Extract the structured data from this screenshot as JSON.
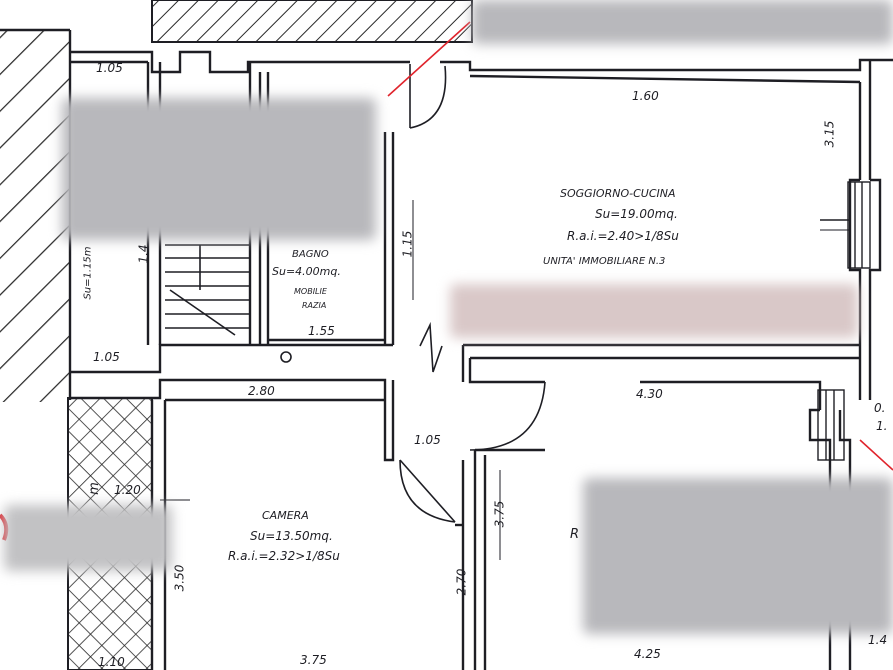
{
  "rooms": {
    "soggiorno": {
      "name": "SOGGIORNO-CUCINA",
      "area": "Su=19.00mq.",
      "rai": "R.a.i.=2.40>1/8Su",
      "unit": "UNITA' IMMOBILIARE N.3"
    },
    "bagno": {
      "name": "BAGNO",
      "area": "Su=4.00mq.",
      "note1": "MOBILIE",
      "note2": "RAZIA"
    },
    "camera": {
      "name": "CAMERA",
      "area": "Su=13.50mq.",
      "rai": "R.a.i.=2.32>1/8Su"
    },
    "disimpegno": {
      "area": "Su=1.15m"
    }
  },
  "dimensions": {
    "d_1_05_top": "1.05",
    "d_1_60": "1.60",
    "d_3_15": "3.15",
    "d_1_15": "1.15",
    "d_1_55": "1.55",
    "d_1_05_left": "1.05",
    "d_2_80": "2.80",
    "d_1_05_mid": "1.05",
    "d_4_30": "4.30",
    "d_1_20": "1.20",
    "d_3_75_v": "3.75",
    "d_3_50": "3.50",
    "d_2_70": "2.70",
    "d_3_75_bottom": "3.75",
    "d_4_25": "4.25",
    "d_1_10": "1.10",
    "d_0_right": "0.",
    "d_1_right": "1.",
    "d_1_4_right": "1.4",
    "d_1_4_left": "1.4"
  },
  "fragments": {
    "r_letter": "R",
    "m_letter": "m",
    "o_mark": "O"
  },
  "colors": {
    "ink": "#1e1e24",
    "hatch": "#2a2a2a",
    "redaction": "#b8b8bc",
    "accent_red": "#e0242c"
  }
}
